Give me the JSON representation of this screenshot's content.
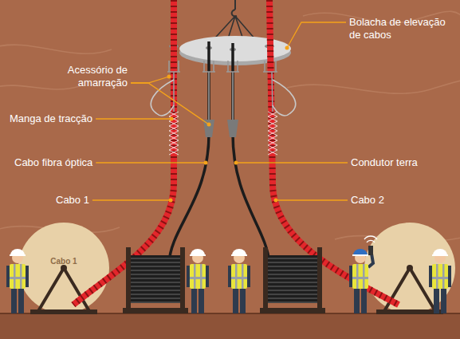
{
  "diagram": {
    "labels": [
      "Bolacha de elevação de cabos",
      "Acessório de amarração",
      "Manga de tracção",
      "Cabo fibra óptica",
      "Condutor terra",
      "Cabo 1",
      "Cabo 2",
      "Cabo 1"
    ]
  }
}
